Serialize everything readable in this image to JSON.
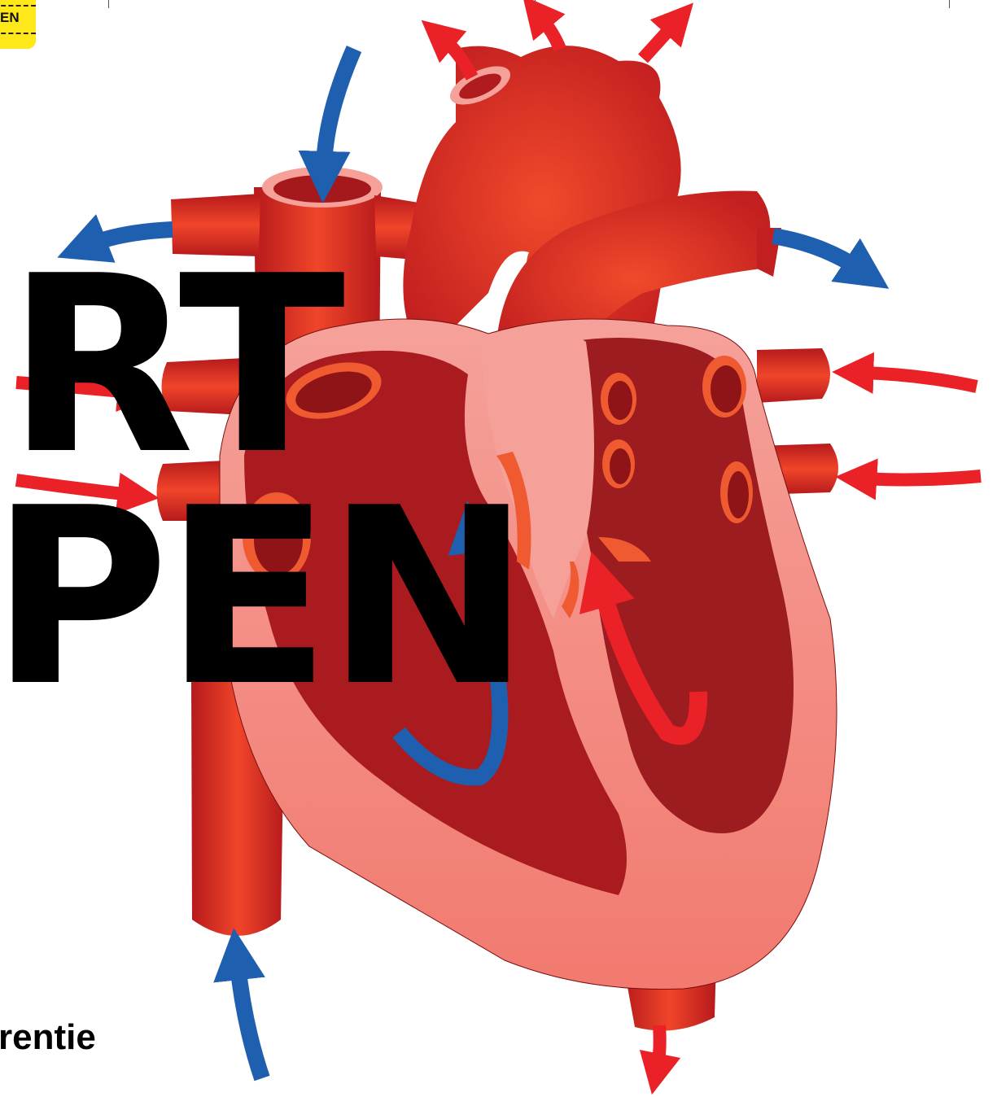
{
  "badge": {
    "label": "EN",
    "color": "#ffe81a"
  },
  "headline": {
    "line1": "RT",
    "line2": "PEN"
  },
  "caption": "rentie",
  "colors": {
    "vessel_red": "#e83322",
    "muscle_dark": "#9c1c1f",
    "wall_pink": "#f48a7e",
    "arrow_blue": "#1f5fb0",
    "arrow_red": "#ea2127"
  }
}
